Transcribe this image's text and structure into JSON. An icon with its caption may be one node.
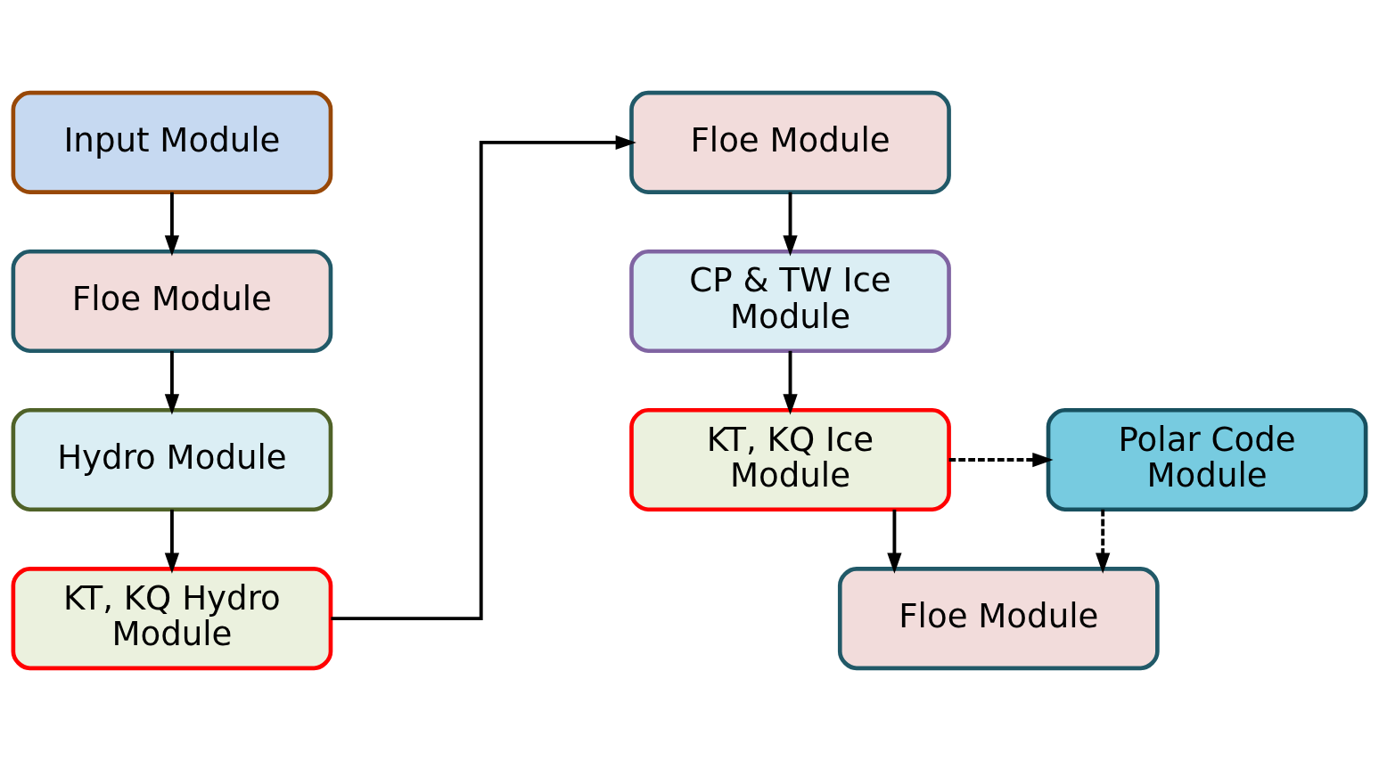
{
  "diagram": {
    "nodes": [
      {
        "text": [
          "Input Module"
        ]
      },
      {
        "text": [
          "Floe Module"
        ]
      },
      {
        "text": [
          "Hydro Module"
        ]
      },
      {
        "text": [
          "KT, KQ Hydro Module"
        ]
      },
      {
        "text": [
          "Floe Module"
        ]
      },
      {
        "text": [
          "CP & TW Ice Module"
        ]
      },
      {
        "text": [
          "KT, KQ Ice Module"
        ]
      },
      {
        "text": [
          "Polar Code Module"
        ]
      },
      {
        "text": [
          "Floe Module"
        ]
      }
    ],
    "edges": [
      {
        "from": 0,
        "to": 1,
        "arrow": "to"
      },
      {
        "from": 1,
        "to": 2,
        "arrow": "to"
      },
      {
        "from": 2,
        "to": 3,
        "arrow": "to"
      },
      {
        "from": 3,
        "to": 4,
        "arrow": "to"
      },
      {
        "from": 4,
        "to": 5,
        "arrow": "to"
      },
      {
        "from": 5,
        "to": 6,
        "arrow": "to"
      },
      {
        "from": 6,
        "to": 7,
        "arrow": "to",
        "style": "dashed"
      },
      {
        "from": 6,
        "to": 8,
        "arrow": "to"
      },
      {
        "from": 7,
        "to": 8,
        "arrow": "to",
        "style": "dashed"
      }
    ]
  }
}
